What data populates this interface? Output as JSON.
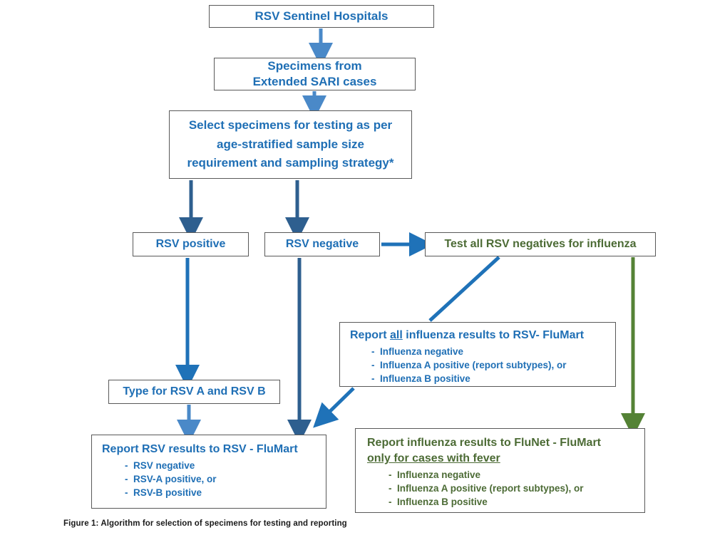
{
  "figure": {
    "caption": "Figure 1: Algorithm for selection of specimens for testing and reporting"
  },
  "colors": {
    "blue_text": "#1f6fb5",
    "green_text": "#4c6b35",
    "arrow_light_blue": "#4a89c8",
    "arrow_navy": "#2e5f8f",
    "arrow_bright_blue": "#1f72b8",
    "arrow_green": "#548235",
    "box_border": "#595959",
    "page_background": "#ffffff"
  },
  "nodes": {
    "sentinel": {
      "title": "RSV Sentinel Hospitals",
      "color": "blue"
    },
    "specimens": {
      "title": "Specimens from\nExtended SARI cases",
      "color": "blue"
    },
    "select": {
      "title": "Select specimens for testing as per\nage-stratified sample size\nrequirement and sampling strategy*",
      "color": "blue"
    },
    "rsv_positive": {
      "title": "RSV positive",
      "color": "blue"
    },
    "rsv_negative": {
      "title": "RSV negative",
      "color": "blue"
    },
    "test_influenza": {
      "title": "Test all RSV negatives for influenza",
      "color": "green"
    },
    "report_influenza": {
      "title_pre": "Report ",
      "title_underlined": "all",
      "title_post": " influenza results to RSV- FluMart",
      "color": "blue",
      "bullets": [
        "-  Influenza negative",
        "-  Influenza A positive (report subtypes), or",
        "-  Influenza B positive"
      ]
    },
    "type_rsv": {
      "title": "Type for RSV A and RSV B",
      "color": "blue"
    },
    "report_rsv": {
      "title": "Report RSV results to RSV - FluMart",
      "color": "blue",
      "bullets": [
        "-  RSV negative",
        "-  RSV-A positive, or",
        "-  RSV-B positive"
      ]
    },
    "report_flunet": {
      "title_line1": "Report influenza results to FluNet - FluMart",
      "title_underlined_line2": "only for cases with fever",
      "color": "green",
      "bullets": [
        "-  Influenza negative",
        "-  Influenza A positive (report subtypes), or",
        "-  Influenza B positive"
      ]
    }
  },
  "connectors": [
    {
      "name": "sentinel-to-specimens",
      "from": "sentinel",
      "to": "specimens",
      "style": "vertical-arrow",
      "color": "#4a89c8"
    },
    {
      "name": "specimens-to-select",
      "from": "specimens",
      "to": "select",
      "style": "vertical-arrow",
      "color": "#4a89c8"
    },
    {
      "name": "select-to-rsv-positive",
      "from": "select",
      "to": "rsv_positive",
      "style": "vertical-arrow",
      "color": "#2e5f8f"
    },
    {
      "name": "select-to-rsv-negative",
      "from": "select",
      "to": "rsv_negative",
      "style": "vertical-arrow",
      "color": "#2e5f8f"
    },
    {
      "name": "rsv-negative-to-test",
      "from": "rsv_negative",
      "to": "test_influenza",
      "style": "horizontal-arrow",
      "color": "#1f72b8"
    },
    {
      "name": "rsv-positive-to-type",
      "from": "rsv_positive",
      "to": "type_rsv",
      "style": "vertical-arrow",
      "color": "#1f72b8"
    },
    {
      "name": "test-to-report-influenza",
      "from": "test_influenza",
      "to": "report_influenza",
      "style": "diagonal-line",
      "color": "#1f72b8"
    },
    {
      "name": "rsv-negative-to-report-rsv",
      "from": "rsv_negative",
      "to": "report_rsv",
      "style": "vertical-arrow",
      "color": "#2e5f8f"
    },
    {
      "name": "type-to-report-rsv",
      "from": "type_rsv",
      "to": "report_rsv",
      "style": "vertical-arrow",
      "color": "#4a89c8"
    },
    {
      "name": "report-influenza-to-report-rsv",
      "from": "report_influenza",
      "to": "report_rsv",
      "style": "diagonal-arrow",
      "color": "#1f72b8"
    },
    {
      "name": "test-to-report-flunet",
      "from": "test_influenza",
      "to": "report_flunet",
      "style": "vertical-arrow",
      "color": "#548235"
    }
  ]
}
